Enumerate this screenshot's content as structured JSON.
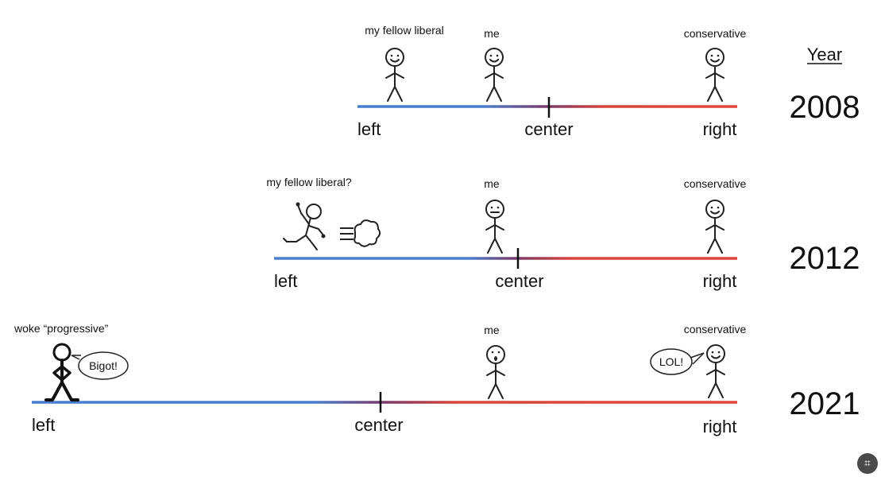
{
  "header": {
    "year_label": "Year"
  },
  "colors": {
    "left": "#4a7fd0",
    "right": "#e0453a",
    "mid": "#6a3a7a"
  },
  "rows": [
    {
      "year": "2008",
      "axis": {
        "left": "left",
        "center": "center",
        "right": "right"
      },
      "labels": {
        "fellow": "my fellow liberal",
        "me": "me",
        "conservative": "conservative"
      }
    },
    {
      "year": "2012",
      "axis": {
        "left": "left",
        "center": "center",
        "right": "right"
      },
      "labels": {
        "fellow": "my fellow liberal?",
        "me": "me",
        "conservative": "conservative"
      }
    },
    {
      "year": "2021",
      "axis": {
        "left": "left",
        "center": "center",
        "right": "right"
      },
      "labels": {
        "fellow": "woke “progressive”",
        "me": "me",
        "conservative": "conservative"
      },
      "bubbles": {
        "woke": "Bigot!",
        "conservative": "LOL!"
      }
    }
  ]
}
